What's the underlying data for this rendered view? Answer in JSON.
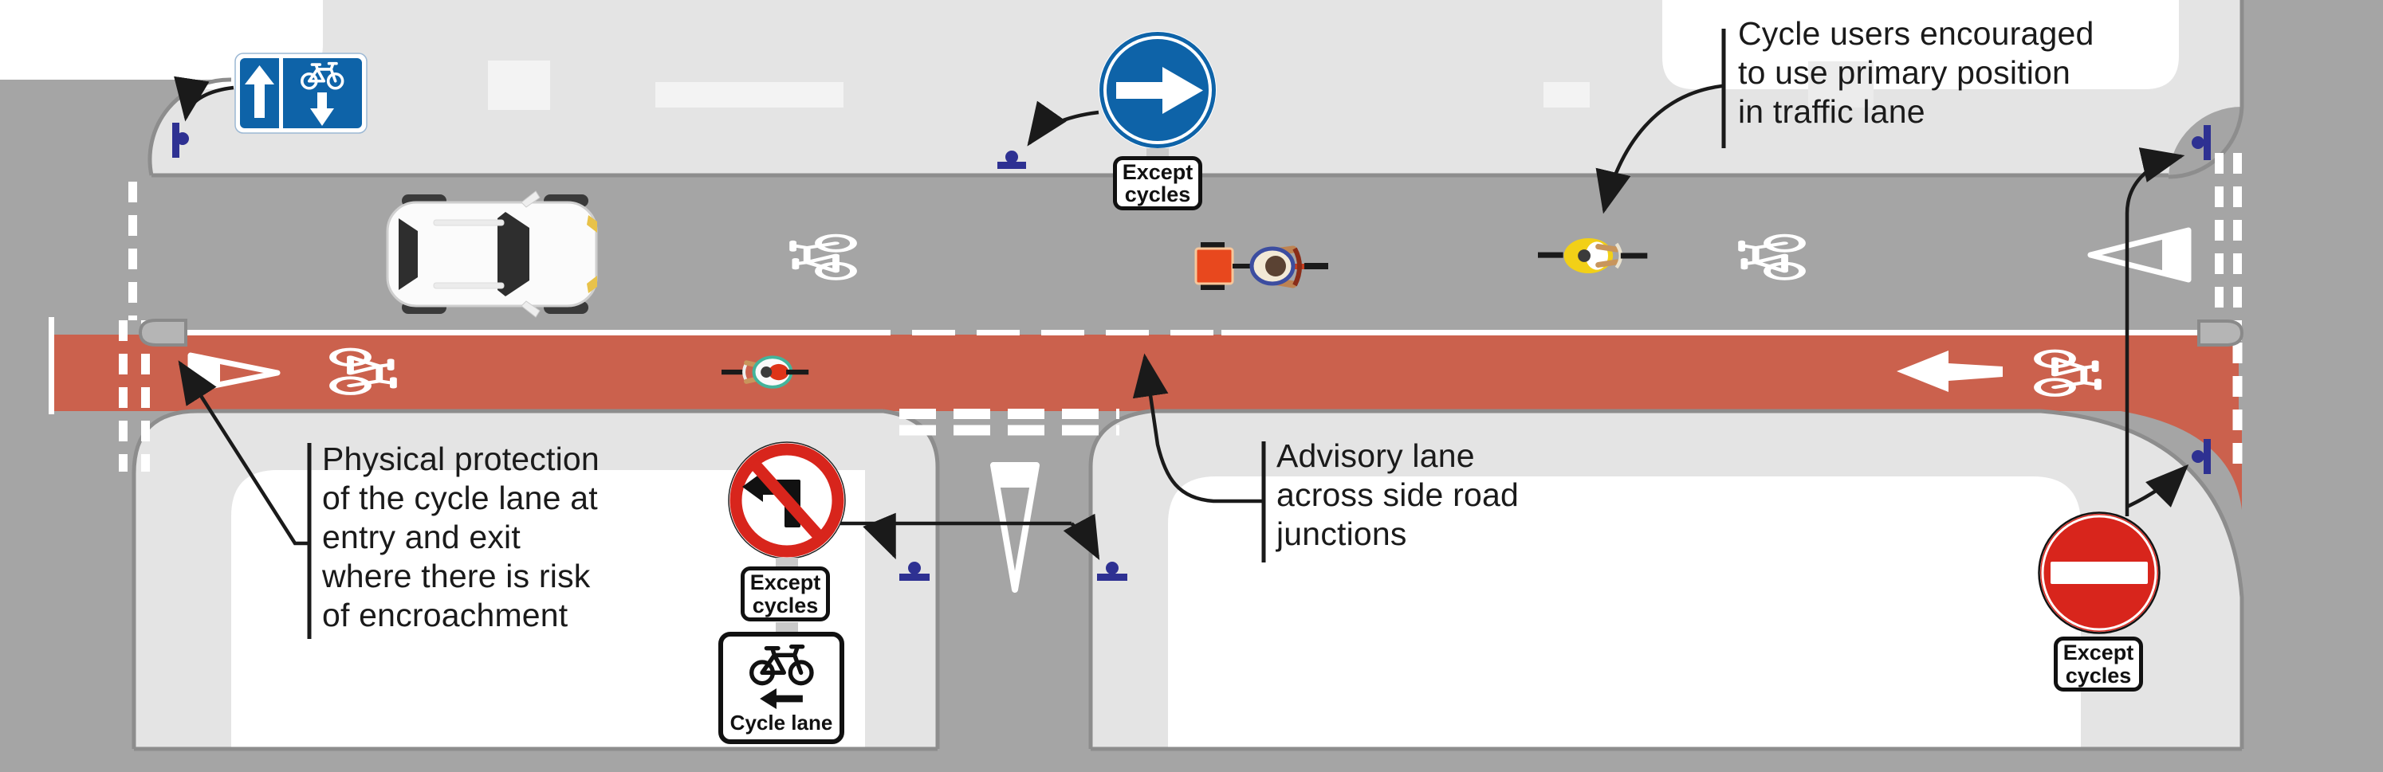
{
  "annotations": {
    "cycle_users": "Cycle users encouraged\nto use primary position\nin traffic lane",
    "physical_protection": "Physical protection\nof the cycle lane at\nentry and exit\nwhere there is risk\nof encroachment",
    "advisory_lane": "Advisory lane\nacross side road\njunctions"
  },
  "signs": {
    "except_cycles": "Except\ncycles",
    "cycle_lane": "Cycle lane"
  },
  "colors": {
    "carriageway_grey": "#a5a5a5",
    "footway_grey": "#e4e4e4",
    "cycle_lane_red": "#cb614d",
    "sign_blue": "#0e63a8",
    "prohibition_red": "#d8251c",
    "bollard_blue": "#2e3192"
  }
}
